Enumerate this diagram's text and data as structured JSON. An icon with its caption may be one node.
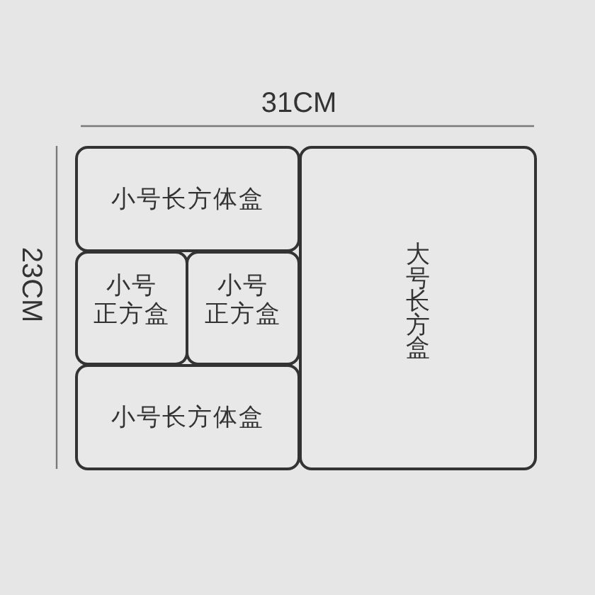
{
  "diagram": {
    "nodes": [
      {
        "text": [
          "小号长方体盒"
        ]
      },
      {
        "text": [
          "小号正方盒"
        ]
      },
      {
        "text": [
          "小号正方盒"
        ]
      },
      {
        "text": [
          "小号长方体盒"
        ]
      },
      {
        "text": [
          "大号长方盒"
        ]
      }
    ],
    "labels": [
      "31CM",
      "23CM"
    ]
  }
}
